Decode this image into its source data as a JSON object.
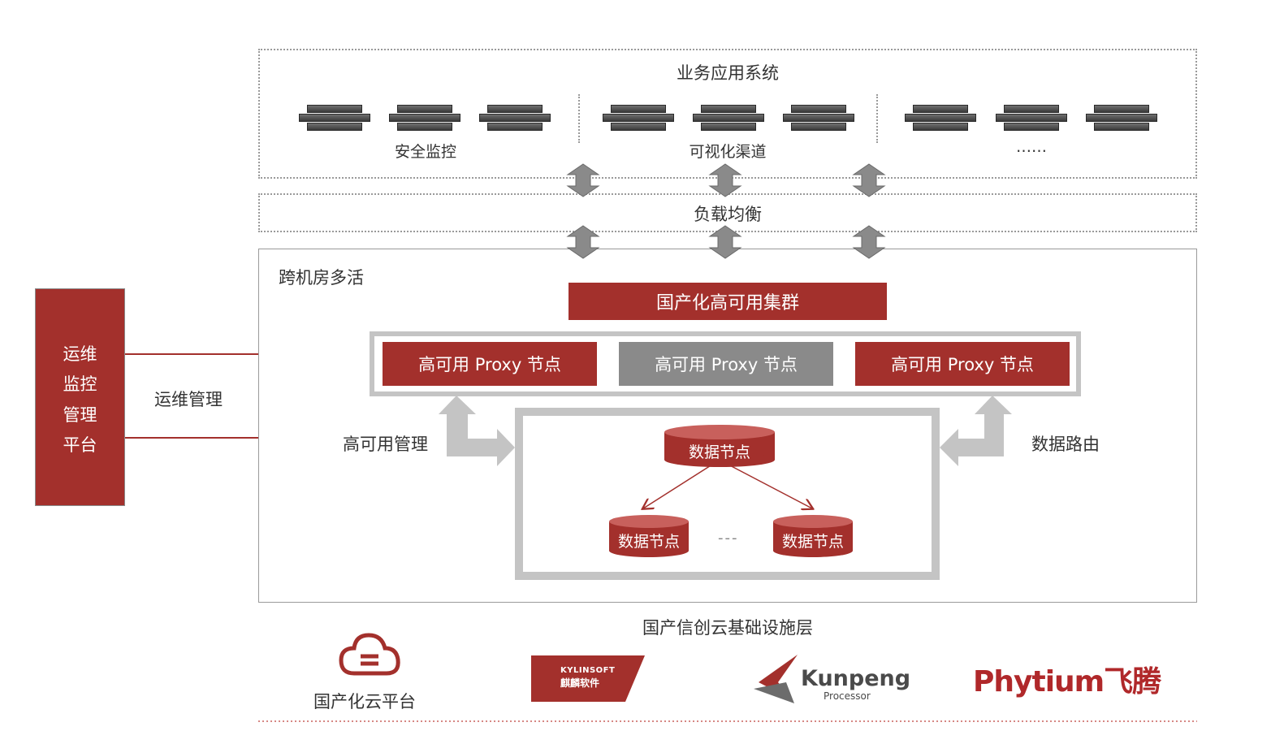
{
  "business": {
    "title": "业务应用系统",
    "groups": [
      {
        "label": "安全监控"
      },
      {
        "label": "可视化渠道"
      },
      {
        "label": "……"
      }
    ]
  },
  "load_balance": {
    "title": "负载均衡"
  },
  "ops": {
    "platform_lines": [
      "运维",
      "监控",
      "管理",
      "平台"
    ],
    "link_label": "运维管理"
  },
  "multi_active": {
    "title": "跨机房多活",
    "cluster_title": "国产化高可用集群",
    "proxies": [
      {
        "label": "高可用 Proxy 节点",
        "state": "active"
      },
      {
        "label": "高可用 Proxy 节点",
        "state": "standby"
      },
      {
        "label": "高可用 Proxy 节点",
        "state": "active"
      }
    ],
    "ha_label": "高可用管理",
    "route_label": "数据路由",
    "data_root": "数据节点",
    "data_children": [
      "数据节点",
      "数据节点"
    ],
    "ellipsis": "---"
  },
  "infra": {
    "title": "国产信创云基础设施层",
    "cloud_platform": "国产化云平台",
    "kylin_brand": "KYLINSOFT",
    "kylin_cn": "麒麟软件",
    "kunpeng_brand": "Kunpeng",
    "kunpeng_sub": "Processor",
    "phytium_brand": "Phytium飞腾"
  },
  "colors": {
    "accent": "#a3302c",
    "gray": "#8a8a8a",
    "light_gray": "#c4c4c4"
  }
}
